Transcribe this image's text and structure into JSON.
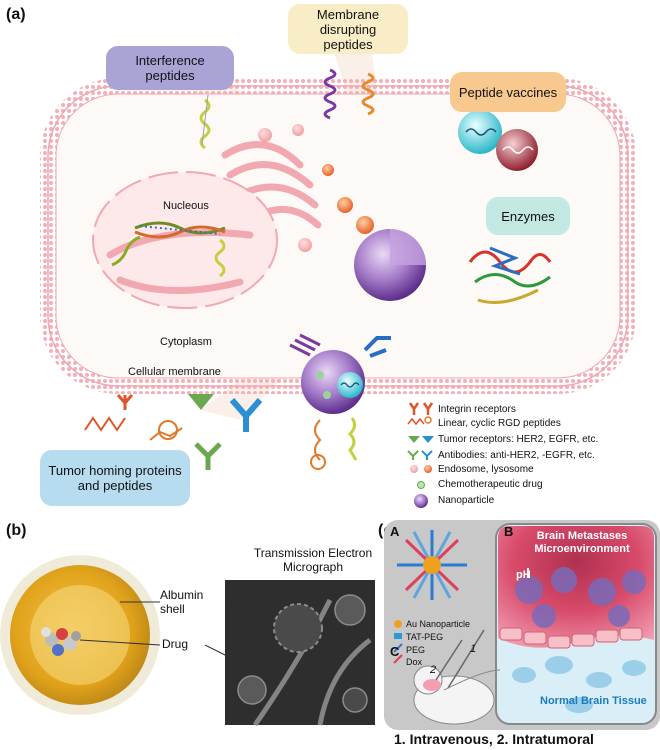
{
  "panel_a": {
    "label": "(a)",
    "boxes": {
      "membrane_disrupting": "Membrane disrupting peptides",
      "interference": "Interference peptides",
      "vaccines": "Peptide vaccines",
      "enzymes": "Enzymes",
      "tumor_homing": "Tumor homing proteins and peptides"
    },
    "labels": {
      "nucleous": "Nucleous",
      "cytoplasm": "Cytoplasm",
      "membrane": "Cellular membrane"
    },
    "legend": [
      "Integrin receptors",
      "Linear, cyclic RGD peptides",
      "Tumor receptors: HER2, EGFR, etc.",
      "Antibodies: anti-HER2, -EGFR, etc.",
      "Endosome, lysosome",
      "Chemotherapeutic drug",
      "Nanoparticle"
    ]
  },
  "panel_b": {
    "label": "(b)",
    "tem_title": "Transmission Electron Micrograph",
    "shell_label": "Albumin shell",
    "drug_label": "Drug"
  },
  "panel_c": {
    "label": "(c)",
    "sub_a": "A",
    "sub_b": "B",
    "sub_c": "C",
    "legend": [
      "Au Nanoparticle",
      "TAT-PEG",
      "PEG",
      "Dox"
    ],
    "microenv_title": "Brain Metastases Microenvironment",
    "ph_label": "pH",
    "normal_tissue": "Normal Brain Tissue",
    "route_1": "1",
    "route_2": "2",
    "caption": "1. Intravenous, 2. Intratumoral"
  },
  "colors": {
    "membrane": "#f3a9b2",
    "nanoparticle": "#8a5ab5",
    "box_purple": "#a9a3d6",
    "box_yellow": "#f8edc6",
    "box_orange": "#f7c98f",
    "box_teal": "#c3e7e1",
    "box_blue": "#b8dcef"
  }
}
